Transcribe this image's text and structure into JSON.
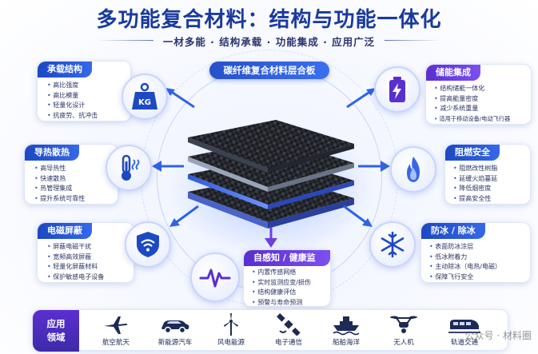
{
  "header": {
    "title": "多功能复合材料：结构与功能一体化",
    "subtitle": "一材多能 · 结构承载 · 功能集成 · 应用广泛"
  },
  "center": {
    "label": "碳纤维复合材料层合板"
  },
  "features": {
    "structural": {
      "title": "承载结构",
      "items": [
        "高比强度",
        "高比模量",
        "轻量化设计",
        "抗疲劳、抗冲击"
      ],
      "icon": "weight-kg-icon",
      "icon_text": "KG"
    },
    "thermal": {
      "title": "导热散热",
      "items": [
        "高导热性",
        "快速散热",
        "热管理集成",
        "提升系统可靠性"
      ],
      "icon": "thermometer-icon"
    },
    "emi": {
      "title": "电磁屏蔽",
      "items": [
        "屏蔽电磁干扰",
        "宽频高效屏蔽",
        "轻量化屏蔽材料",
        "保护敏感电子设备"
      ],
      "icon": "wifi-shield-icon"
    },
    "energy": {
      "title": "储能集成",
      "items": [
        "结构储能一体化",
        "提高能量密度",
        "减少系统重量",
        "适用于移动设备/电动飞行器"
      ],
      "icon": "battery-icon"
    },
    "flame": {
      "title": "阻燃安全",
      "items": [
        "阻燃改性树脂",
        "延缓火焰蔓延",
        "降低烟密度",
        "提高安全性"
      ],
      "icon": "flame-icon"
    },
    "deice": {
      "title": "防冰 / 除冰",
      "items": [
        "表面防冰涂层",
        "低冰附着力",
        "主动除冰（电热/电磁）",
        "保障飞行安全"
      ],
      "icon": "snowflake-icon"
    },
    "sensing": {
      "title": "自感知 / 健康监测",
      "items": [
        "内置传感网络",
        "实时监测应变/损伤",
        "结构健康评估",
        "预警与寿命预测"
      ],
      "icon": "heartbeat-icon"
    }
  },
  "applications": {
    "label": "应用\n领域",
    "items": [
      {
        "label": "航空航天",
        "icon": "airplane-icon"
      },
      {
        "label": "新能源汽车",
        "icon": "car-icon"
      },
      {
        "label": "风电能源",
        "icon": "wind-turbine-icon"
      },
      {
        "label": "电子通信",
        "icon": "satellite-icon"
      },
      {
        "label": "船舶海洋",
        "icon": "ship-icon"
      },
      {
        "label": "无人机",
        "icon": "drone-icon"
      },
      {
        "label": "轨道交通",
        "icon": "train-icon"
      }
    ]
  },
  "watermark": "公众号 · 材料圈",
  "colors": {
    "primary_blue": "#1d49c2",
    "violet": "#5a2fd0",
    "title_blue": "#1a3a9c"
  }
}
